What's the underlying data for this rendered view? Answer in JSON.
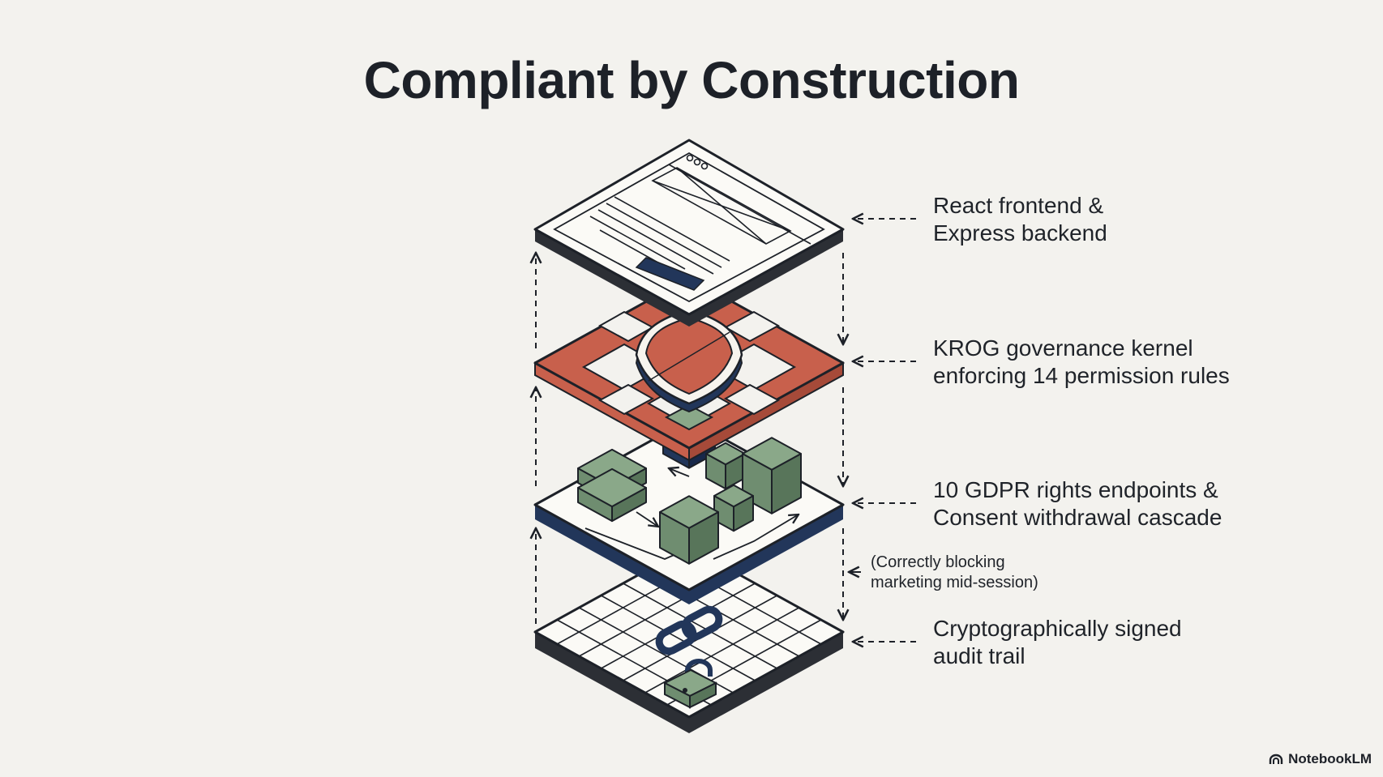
{
  "title": "Compliant by Construction",
  "layers": [
    {
      "id": "frontend",
      "lines": [
        "React frontend &",
        "Express backend"
      ]
    },
    {
      "id": "kernel",
      "lines": [
        "KROG governance kernel",
        "enforcing 14 permission rules"
      ]
    },
    {
      "id": "gdpr",
      "lines": [
        "10 GDPR rights endpoints &",
        "Consent withdrawal cascade"
      ]
    },
    {
      "id": "audit",
      "lines": [
        "Cryptographically signed",
        "audit trail"
      ]
    }
  ],
  "note": {
    "lines": [
      "(Correctly blocking",
      "marketing mid-session)"
    ]
  },
  "brand": {
    "name": "NotebookLM",
    "icon": "notebooklm-logo-icon"
  },
  "colors": {
    "background": "#f3f2ee",
    "ink": "#1d2128",
    "red": "#c8604c",
    "navy": "#22365a",
    "green": "#7e9c7d"
  }
}
